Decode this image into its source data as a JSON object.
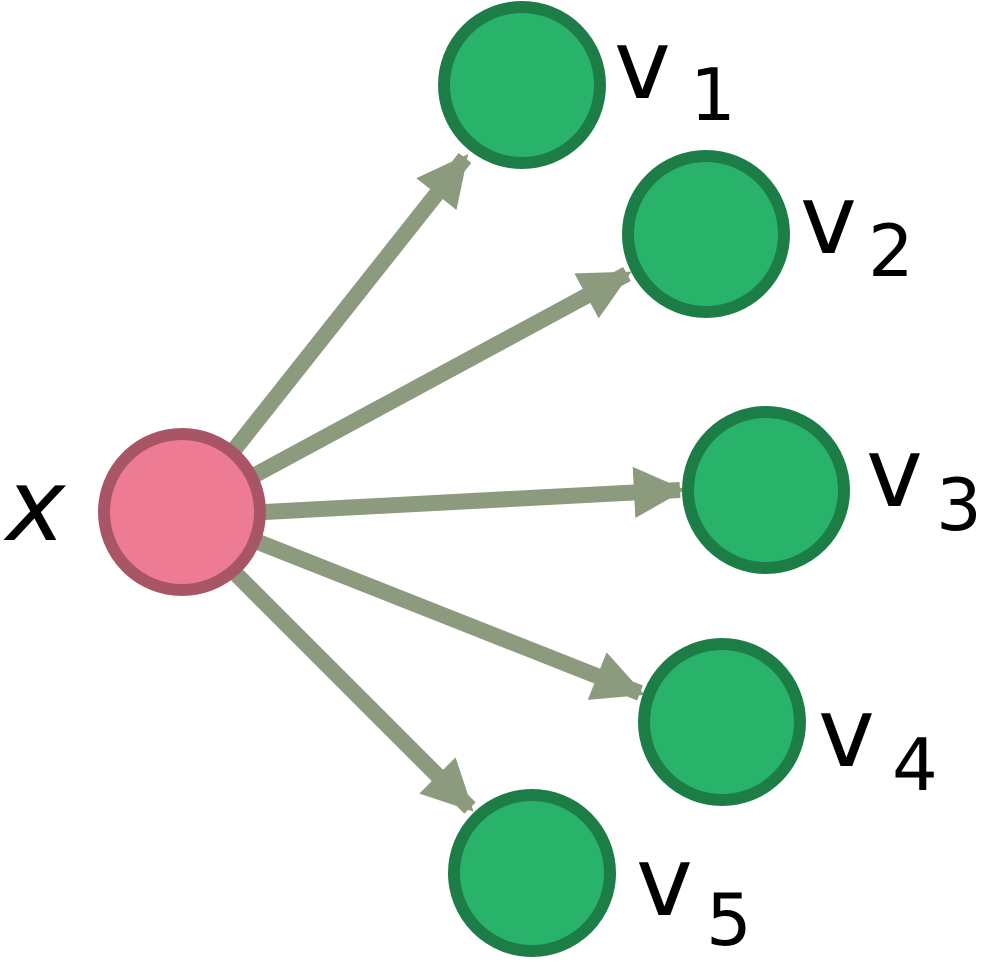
{
  "colors": {
    "source_fill": "#ee7b94",
    "source_stroke": "#a85566",
    "target_fill": "#29b36a",
    "target_stroke": "#1c7d47",
    "edge": "#8c9a7e",
    "text": "#000000"
  },
  "source": {
    "label": "x"
  },
  "targets": [
    {
      "label": "v",
      "subscript": "1"
    },
    {
      "label": "v",
      "subscript": "2"
    },
    {
      "label": "v",
      "subscript": "3"
    },
    {
      "label": "v",
      "subscript": "4"
    },
    {
      "label": "v",
      "subscript": "5"
    }
  ]
}
